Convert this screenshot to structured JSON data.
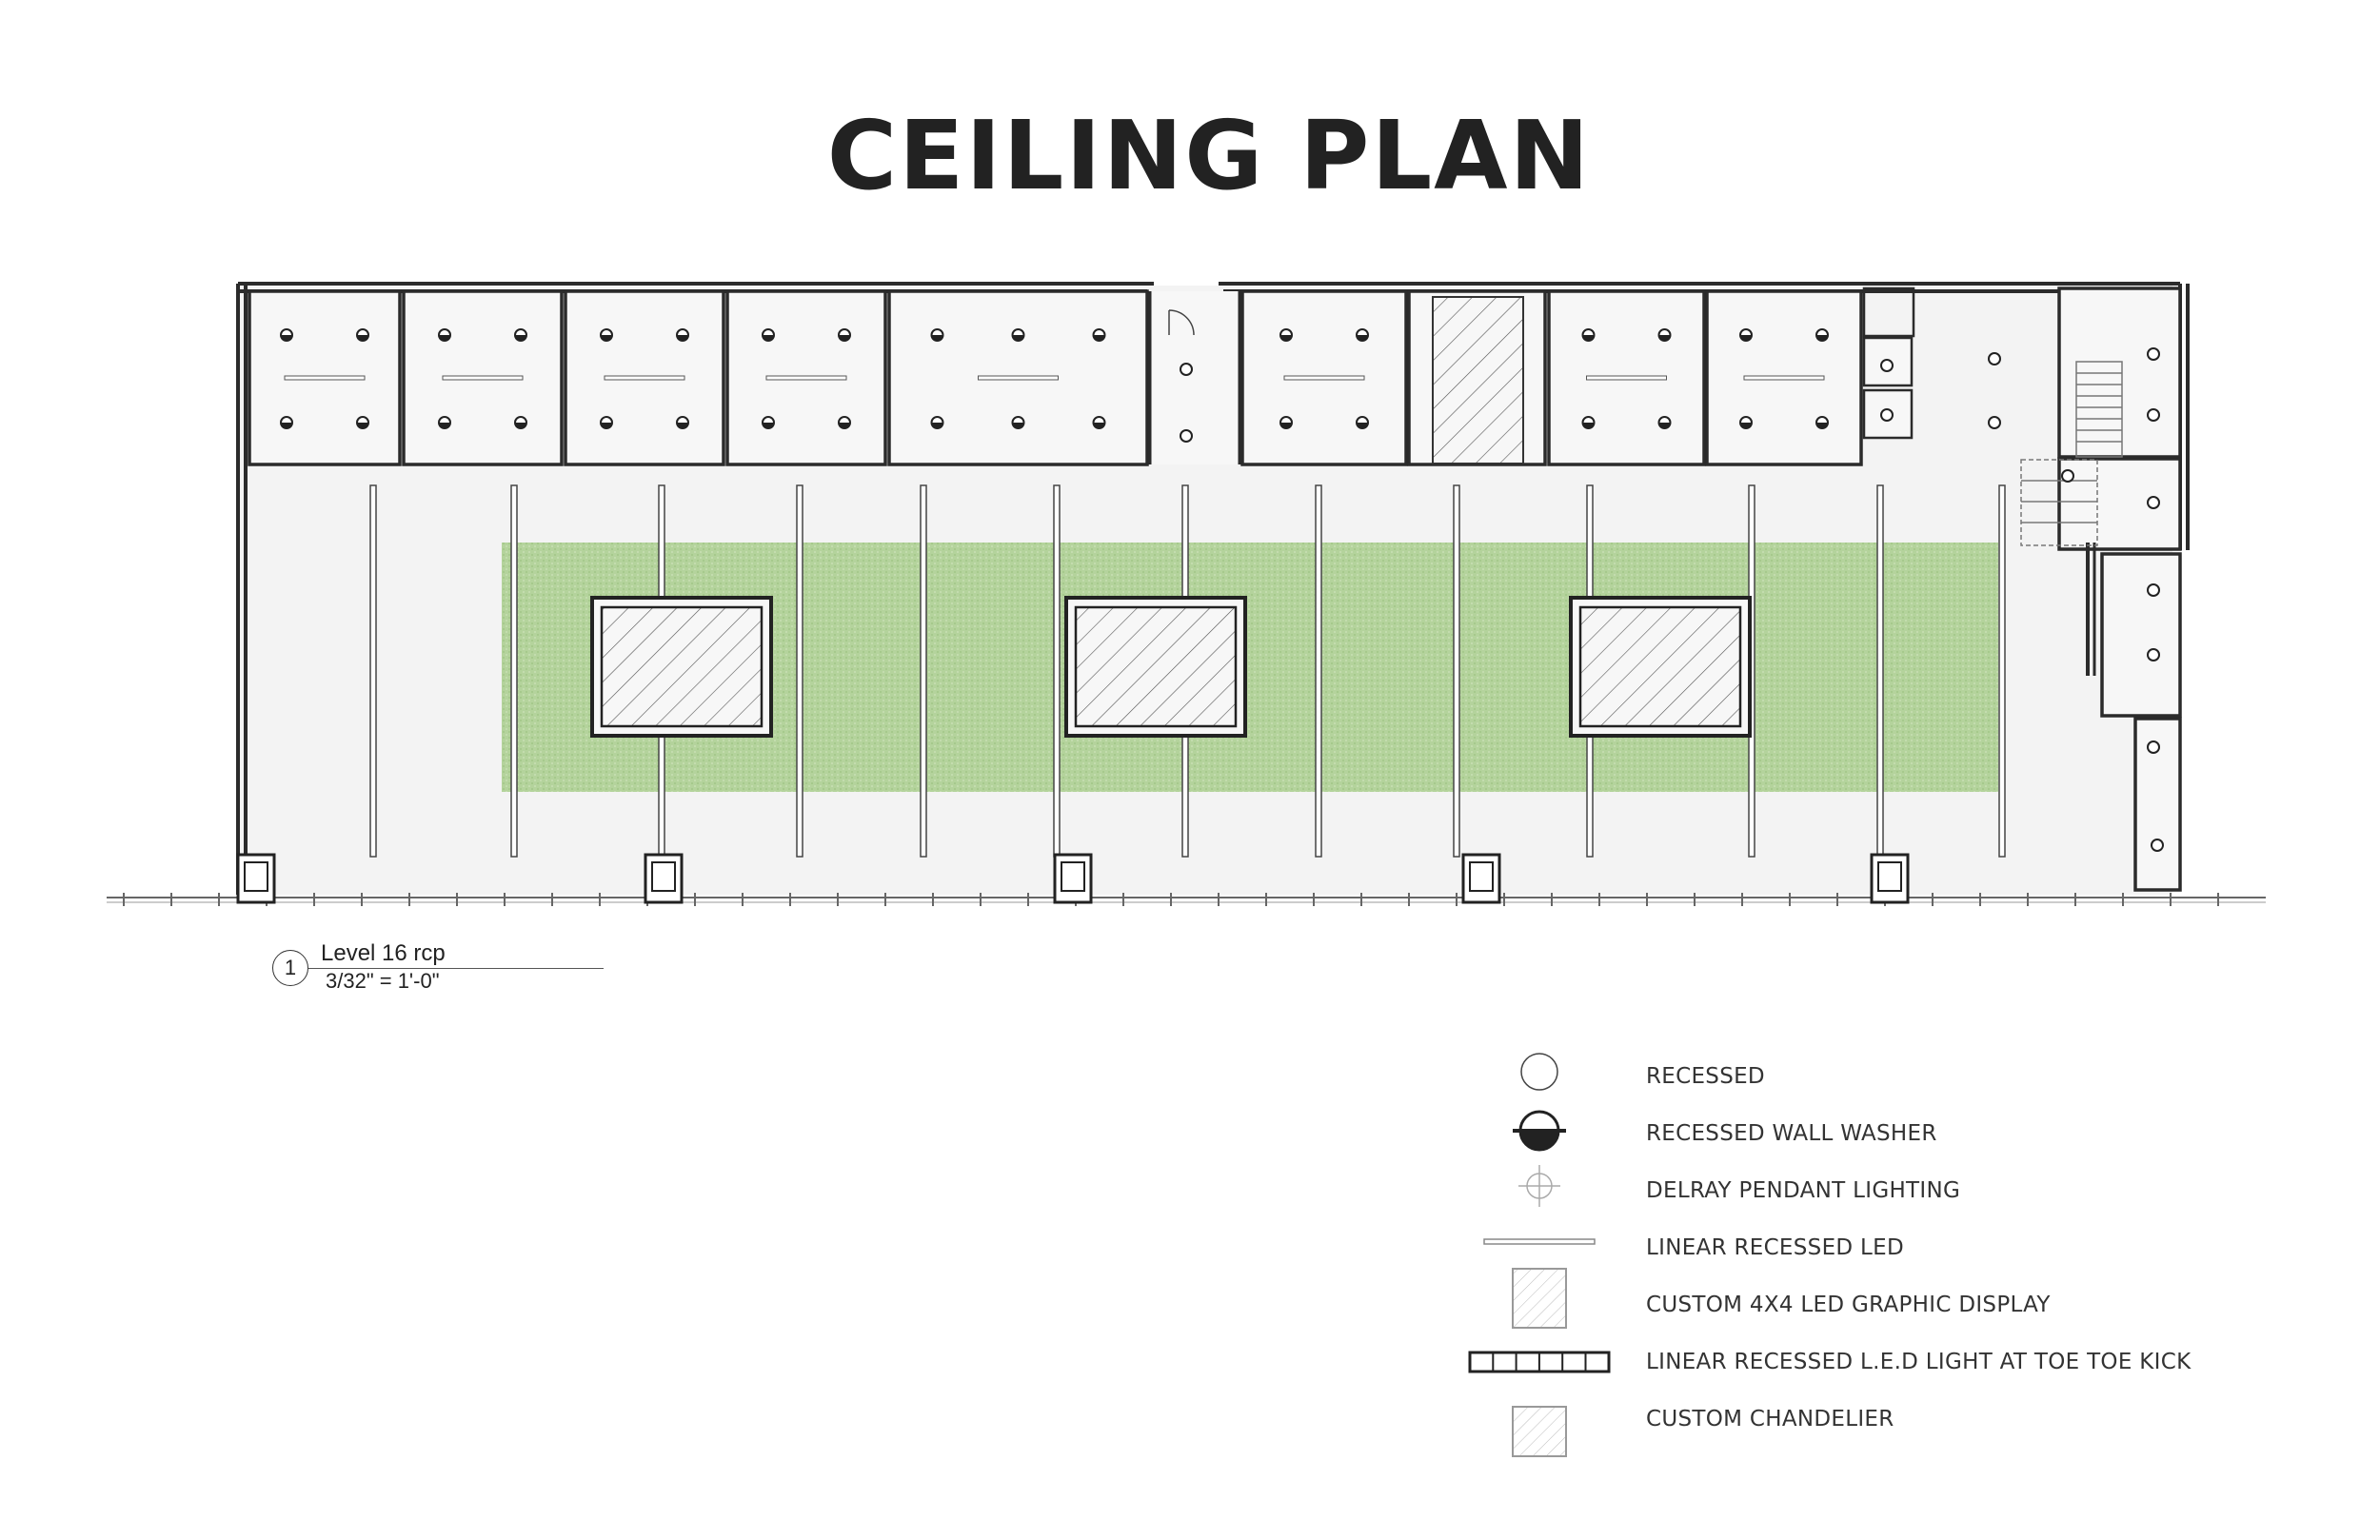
{
  "title": "CEILING PLAN",
  "view": {
    "number": "1",
    "name": "Level 16 rcp",
    "scale": "3/32\" = 1'-0\""
  },
  "legend": [
    {
      "symbol": "recessed-icon",
      "label": "RECESSED"
    },
    {
      "symbol": "recessed-wall-washer-icon",
      "label": "RECESSED WALL WASHER"
    },
    {
      "symbol": "pendant-crosshair-icon",
      "label": "DELRAY PENDANT LIGHTING"
    },
    {
      "symbol": "linear-led-icon",
      "label": "LINEAR RECESSED LED"
    },
    {
      "symbol": "led-display-icon",
      "label": "CUSTOM 4X4 LED GRAPHIC DISPLAY"
    },
    {
      "symbol": "toe-kick-icon",
      "label": "LINEAR RECESSED L.E.D LIGHT AT TOE TOE KICK"
    },
    {
      "symbol": "chandelier-icon",
      "label": "CUSTOM CHANDELIER"
    }
  ],
  "colors": {
    "wall": "#2b2b2b",
    "floor": "#f2f2f2",
    "green_zone": "#b9d7a0",
    "title": "#222222"
  }
}
